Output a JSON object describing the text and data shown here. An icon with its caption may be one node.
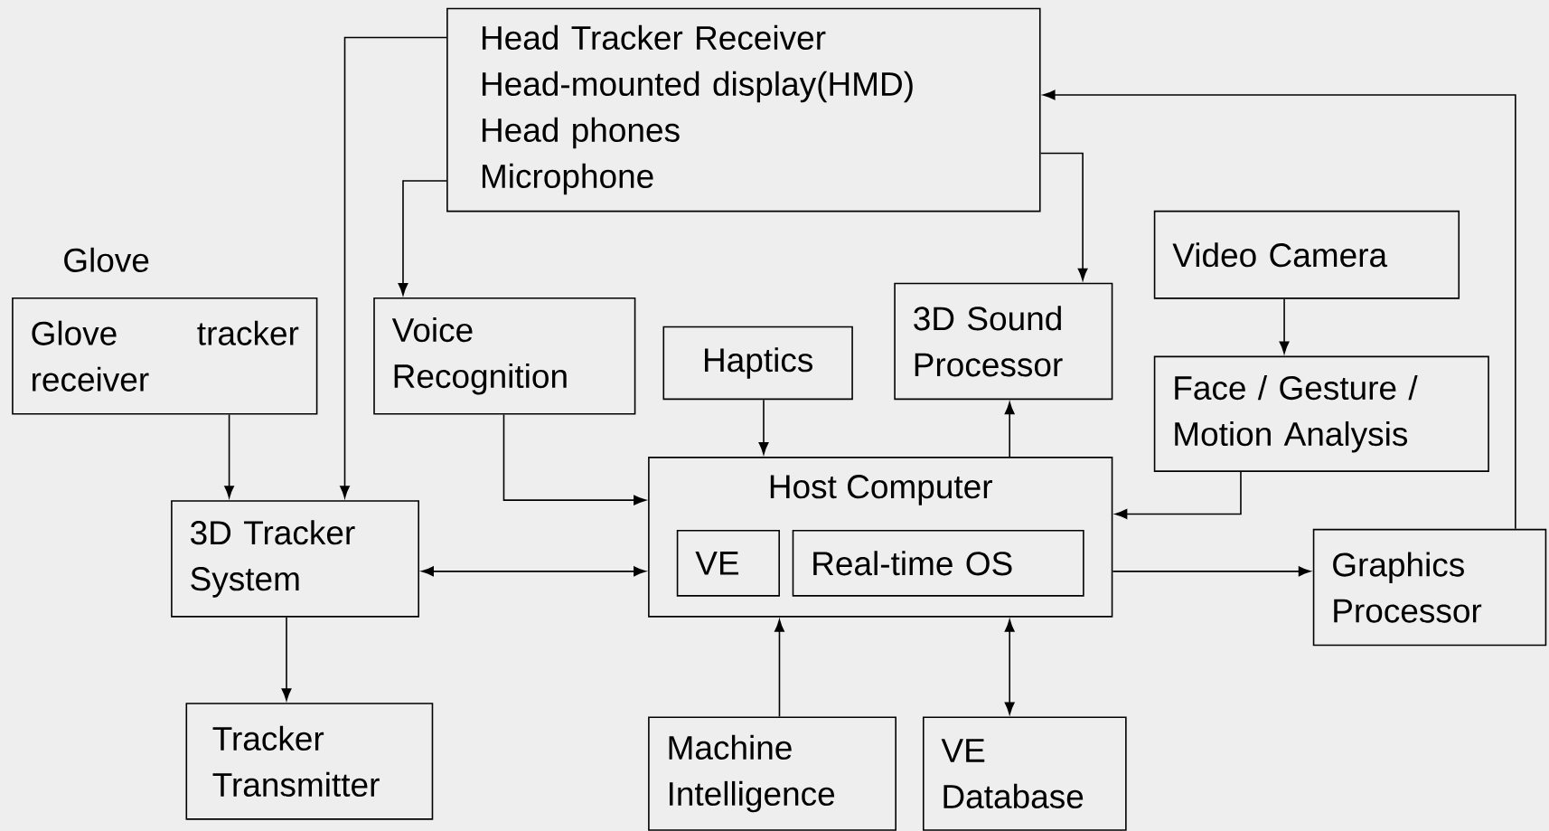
{
  "diagram": {
    "nodes": [
      {
        "text": [
          "Head Tracker Receiver",
          "Head-mounted display(HMD)",
          "Head phones",
          "Microphone"
        ]
      },
      {
        "text": [
          "Glove",
          "Glove tracker receiver"
        ]
      },
      {
        "text": [
          "Voice Recognition"
        ]
      },
      {
        "text": [
          "Haptics"
        ]
      },
      {
        "text": [
          "3D Sound Processor"
        ]
      },
      {
        "text": [
          "Video Camera"
        ]
      },
      {
        "text": [
          "Face / Gesture / Motion Analysis"
        ]
      },
      {
        "text": [
          "3D Tracker System"
        ]
      },
      {
        "text": [
          "Host Computer"
        ]
      },
      {
        "text": [
          "VE"
        ],
        "in": 8
      },
      {
        "text": [
          "Real-time OS"
        ],
        "in": 8
      },
      {
        "text": [
          "Graphics Processor"
        ]
      },
      {
        "text": [
          "Tracker Transmitter"
        ]
      },
      {
        "text": [
          "Machine Intelligence"
        ]
      },
      {
        "text": [
          "VE Database"
        ]
      }
    ],
    "edges": [
      {
        "from": 0,
        "to": 7,
        "arrow": "to"
      },
      {
        "from": 0,
        "to": 2,
        "arrow": "to"
      },
      {
        "from": 0,
        "to": 4,
        "arrow": "to"
      },
      {
        "from": 11,
        "to": 0,
        "arrow": "to"
      },
      {
        "from": 1,
        "to": 7,
        "arrow": "to"
      },
      {
        "from": 2,
        "to": 8,
        "arrow": "to"
      },
      {
        "from": 3,
        "to": 8,
        "arrow": "to"
      },
      {
        "from": 8,
        "to": 4,
        "arrow": "to"
      },
      {
        "from": 5,
        "to": 6,
        "arrow": "to"
      },
      {
        "from": 6,
        "to": 8,
        "arrow": "to"
      },
      {
        "from": 7,
        "to": 8,
        "arrow": "both"
      },
      {
        "from": 7,
        "to": 12,
        "arrow": "to"
      },
      {
        "from": 8,
        "to": 11,
        "arrow": "to"
      },
      {
        "from": 13,
        "to": 8,
        "arrow": "to"
      },
      {
        "from": 14,
        "to": 8,
        "arrow": "both"
      }
    ]
  }
}
